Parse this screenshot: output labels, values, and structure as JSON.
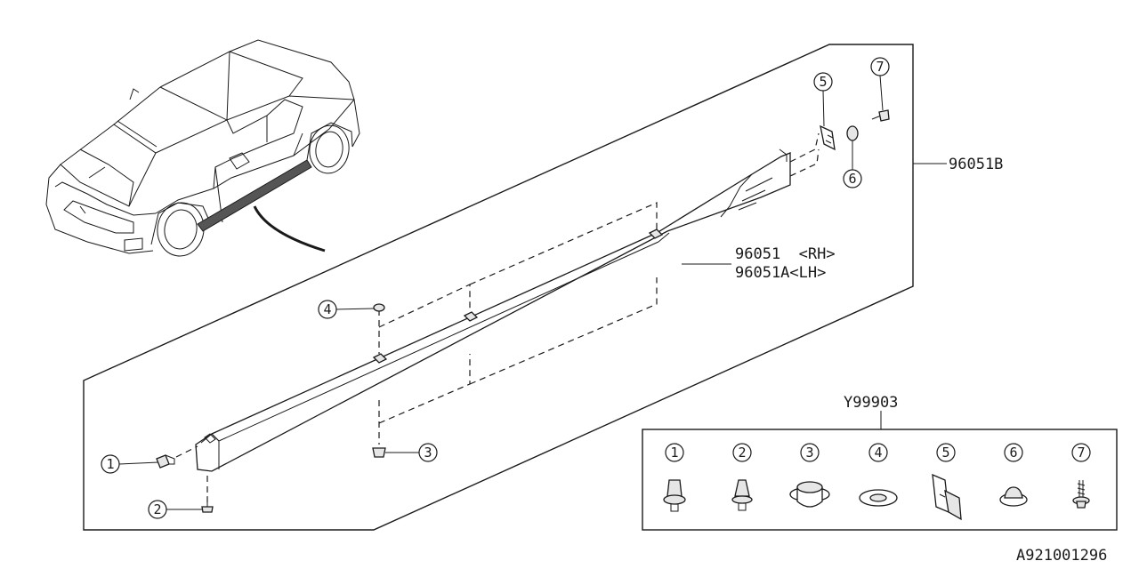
{
  "part_labels": {
    "side_skirt_assembly": "96051B",
    "side_skirt_rh": "96051  <RH>",
    "side_skirt_lh": "96051A<LH>",
    "fastener_kit": "Y99903",
    "diagram_code": "A921001296"
  },
  "callouts": [
    "1",
    "2",
    "3",
    "4",
    "5",
    "6",
    "7"
  ],
  "kit_items": [
    "1",
    "2",
    "3",
    "4",
    "5",
    "6",
    "7"
  ]
}
